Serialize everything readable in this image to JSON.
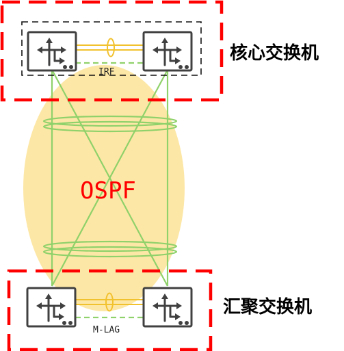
{
  "labels": {
    "core": "核心交换机",
    "aggregation": "汇聚交换机",
    "irf": "IRF",
    "mlag": "M-LAG",
    "ospf": "OSPF"
  },
  "colors": {
    "red_dash": "#ff0000",
    "black_dash": "#111111",
    "ospf_fill": "#fde7a6",
    "green_link": "#8fd16a",
    "yellow_link": "#f2c12e",
    "switch_border": "#404040",
    "ospf_text": "#ff0000"
  },
  "icons": {
    "switch": "router-switch-icon"
  }
}
